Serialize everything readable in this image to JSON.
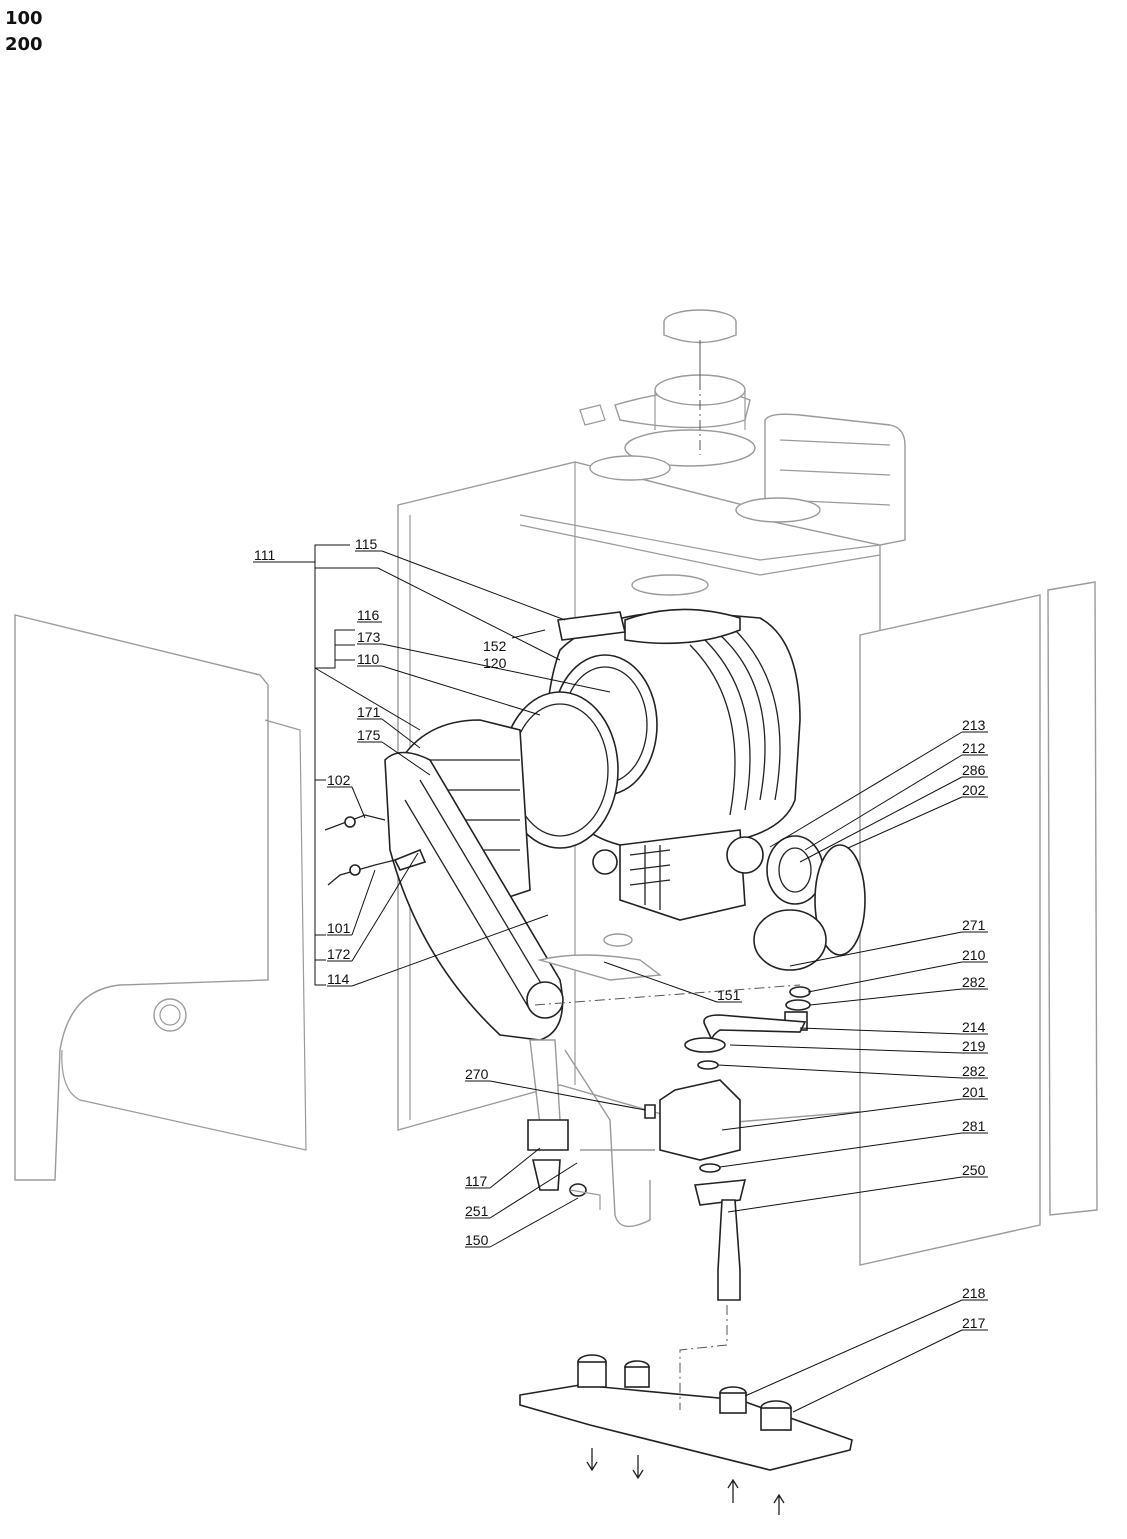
{
  "header": {
    "line1": "100",
    "line2": "200"
  },
  "labels": {
    "l111": "111",
    "l115": "115",
    "l152": "152",
    "l120": "120",
    "l116": "116",
    "l173": "173",
    "l110": "110",
    "l171": "171",
    "l175": "175",
    "l102": "102",
    "l101": "101",
    "l172": "172",
    "l114": "114",
    "l151": "151",
    "l270": "270",
    "l117": "117",
    "l251": "251",
    "l150": "150",
    "l213": "213",
    "l212": "212",
    "l286": "286",
    "l202": "202",
    "l271": "271",
    "l210": "210",
    "l282a": "282",
    "l214": "214",
    "l219": "219",
    "l282b": "282",
    "l201": "201",
    "l281": "281",
    "l250": "250",
    "l218": "218",
    "l217": "217"
  }
}
